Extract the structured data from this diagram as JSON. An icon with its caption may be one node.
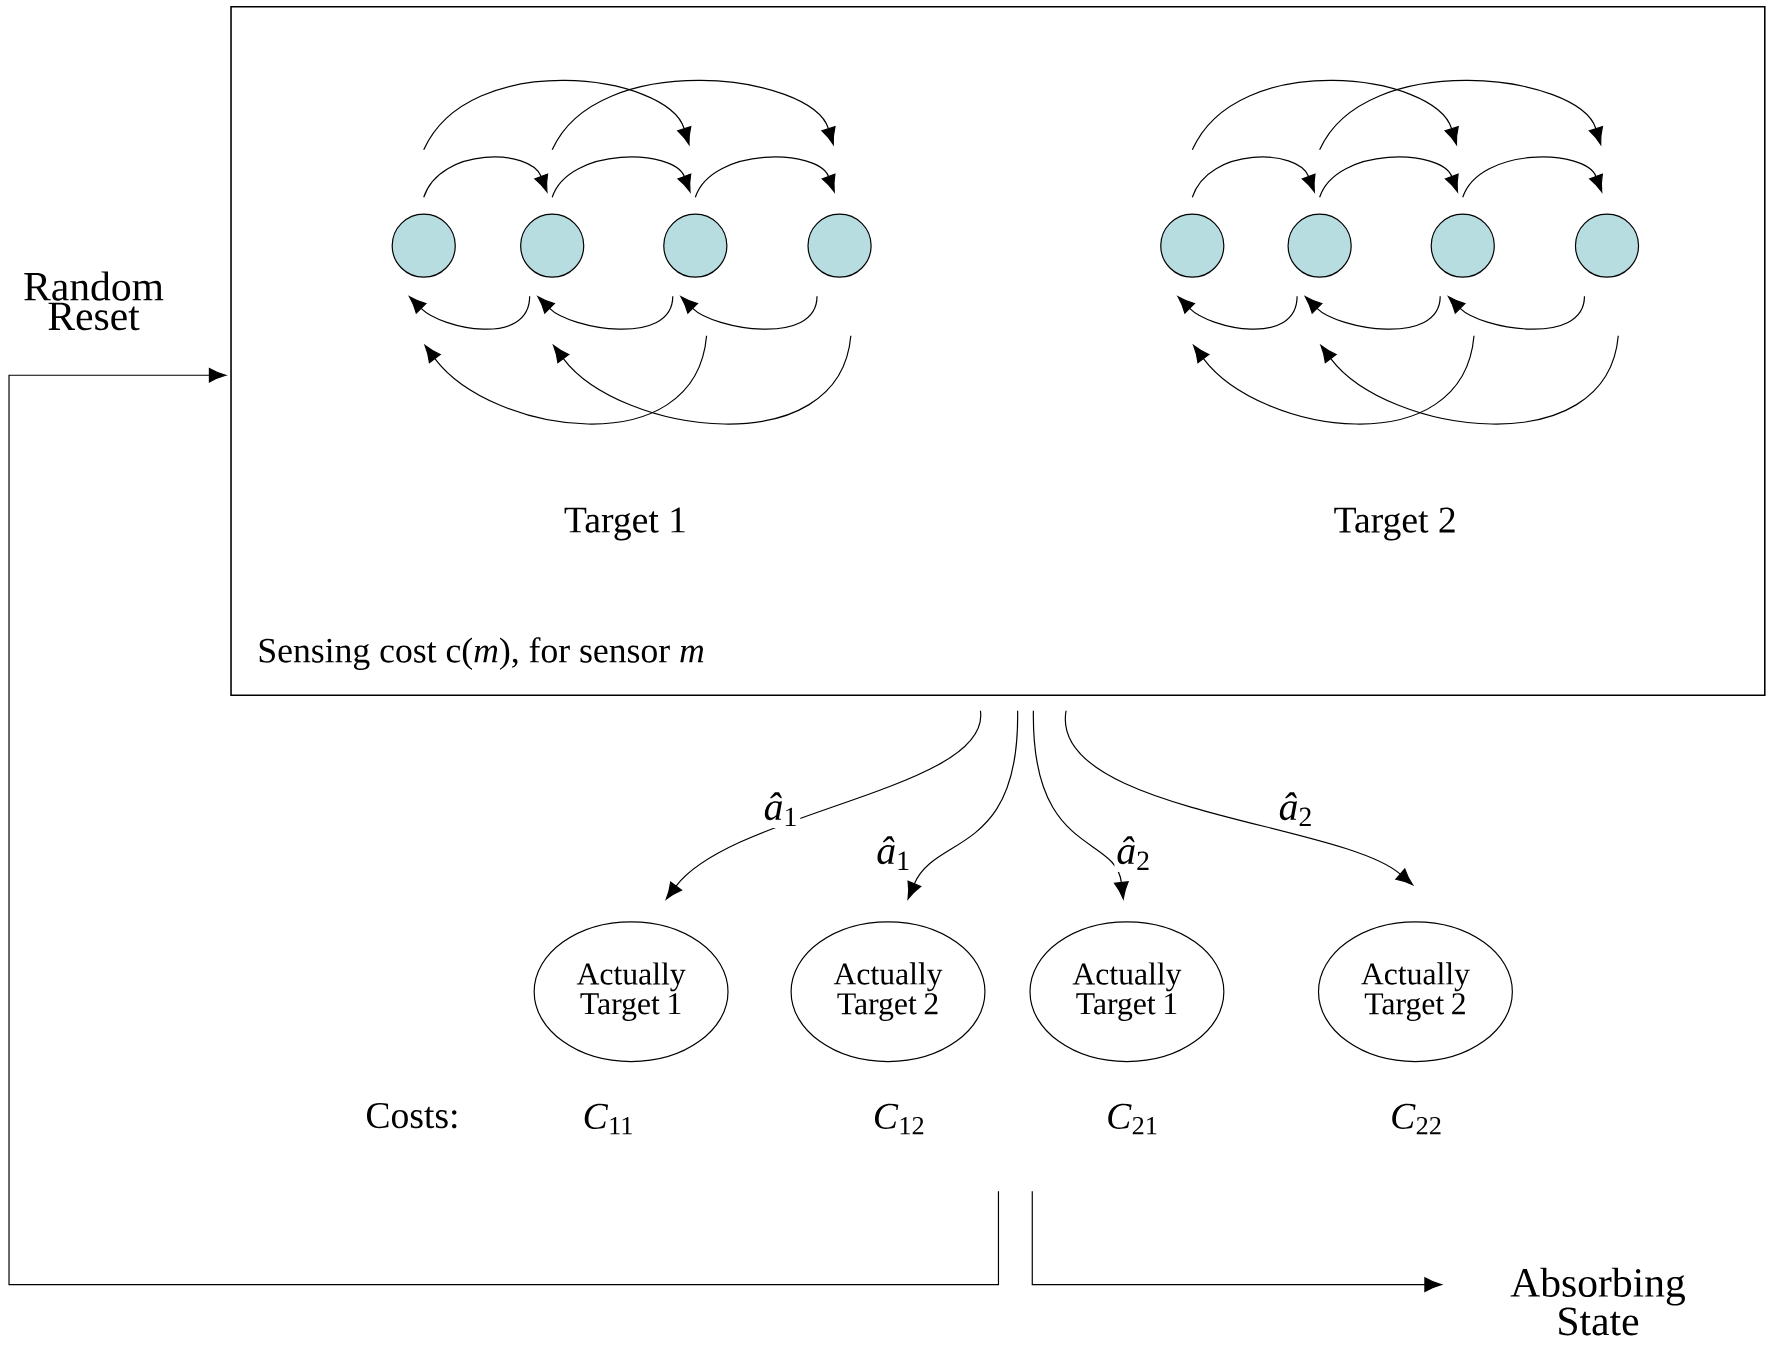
{
  "diagram": {
    "nodes": [
      {
        "text": [
          "Sensing cost c(*m*), for sensor *m*"
        ]
      },
      {
        "text": [],
        "shape": "circle",
        "in": 0
      },
      {
        "text": [],
        "shape": "circle",
        "in": 0
      },
      {
        "text": [],
        "shape": "circle",
        "in": 0
      },
      {
        "text": [],
        "shape": "circle",
        "in": 0
      },
      {
        "text": [],
        "shape": "circle",
        "in": 0
      },
      {
        "text": [],
        "shape": "circle",
        "in": 0
      },
      {
        "text": [],
        "shape": "circle",
        "in": 0
      },
      {
        "text": [],
        "shape": "circle",
        "in": 0
      },
      {
        "text": [
          "Actually Target 1"
        ],
        "beside": [
          "*C*$_{11}$"
        ]
      },
      {
        "text": [
          "Actually Target 2"
        ],
        "beside": [
          "*C*$_{12}$"
        ]
      },
      {
        "text": [
          "Actually Target 1"
        ],
        "beside": [
          "*C*$_{21}$"
        ]
      },
      {
        "text": [
          "Actually Target 2"
        ],
        "beside": [
          "*C*$_{22}$"
        ]
      },
      {
        "text": [
          "Absorbing State"
        ]
      }
    ],
    "edges": [
      {
        "from": 1,
        "to": 2,
        "arrow": "to"
      },
      {
        "from": 2,
        "to": 3,
        "arrow": "to"
      },
      {
        "from": 3,
        "to": 4,
        "arrow": "to"
      },
      {
        "from": 1,
        "to": 3,
        "arrow": "to"
      },
      {
        "from": 2,
        "to": 4,
        "arrow": "to"
      },
      {
        "from": 2,
        "to": 1,
        "arrow": "to"
      },
      {
        "from": 3,
        "to": 2,
        "arrow": "to"
      },
      {
        "from": 4,
        "to": 3,
        "arrow": "to"
      },
      {
        "from": 3,
        "to": 1,
        "arrow": "to"
      },
      {
        "from": 4,
        "to": 2,
        "arrow": "to"
      },
      {
        "from": 5,
        "to": 6,
        "arrow": "to"
      },
      {
        "from": 6,
        "to": 7,
        "arrow": "to"
      },
      {
        "from": 7,
        "to": 8,
        "arrow": "to"
      },
      {
        "from": 5,
        "to": 7,
        "arrow": "to"
      },
      {
        "from": 6,
        "to": 8,
        "arrow": "to"
      },
      {
        "from": 6,
        "to": 5,
        "arrow": "to"
      },
      {
        "from": 7,
        "to": 6,
        "arrow": "to"
      },
      {
        "from": 8,
        "to": 7,
        "arrow": "to"
      },
      {
        "from": 7,
        "to": 5,
        "arrow": "to"
      },
      {
        "from": 8,
        "to": 6,
        "arrow": "to"
      },
      {
        "from": 0,
        "to": 9,
        "arrow": "to",
        "label": "*â*$_{1}$"
      },
      {
        "from": 0,
        "to": 10,
        "arrow": "to",
        "label": "*â*$_{1}$"
      },
      {
        "from": 0,
        "to": 11,
        "arrow": "to",
        "label": "*â*$_{2}$"
      },
      {
        "from": 0,
        "to": 12,
        "arrow": "to",
        "label": "*â*$_{2}$"
      },
      {
        "from": null,
        "to": 0,
        "arrow": "to",
        "label": "Random Reset"
      },
      {
        "from": null,
        "to": 13,
        "arrow": "to"
      }
    ],
    "labels": [
      "Target 1",
      "Target 2",
      "Costs:"
    ]
  }
}
